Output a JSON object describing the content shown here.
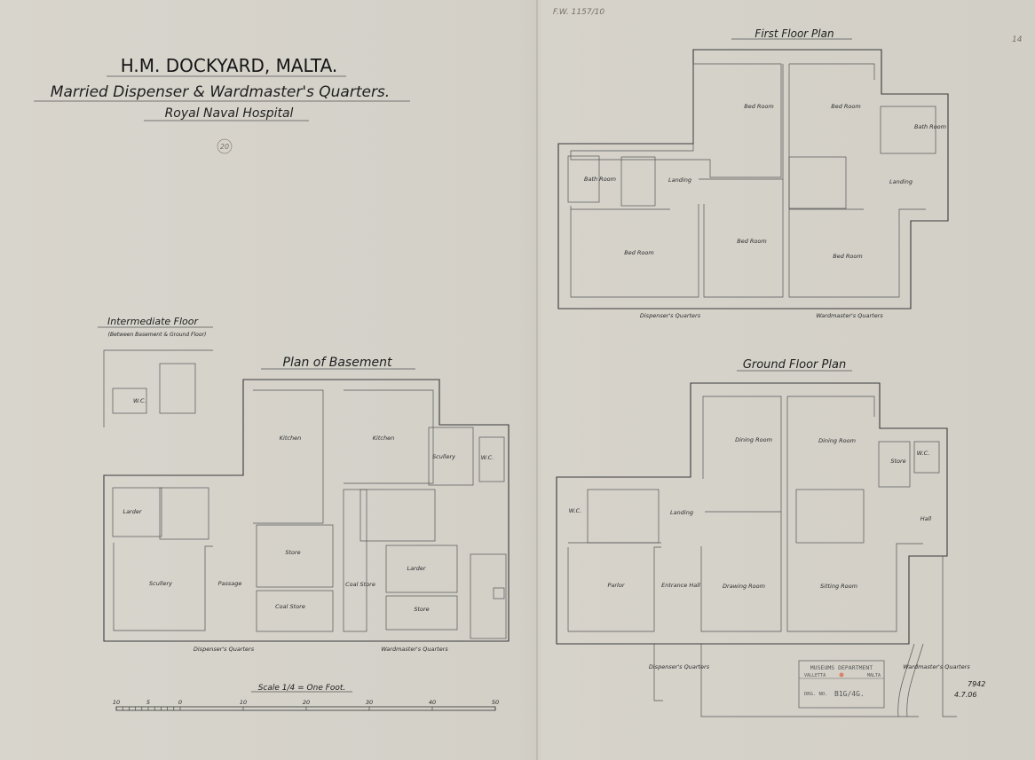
{
  "header": {
    "title": "H.M. DOCKYARD, MALTA.",
    "subtitle": "Married Dispenser & Wardmaster's Quarters.",
    "institution": "Royal Naval Hospital"
  },
  "annotations": {
    "sheet_number": "20",
    "reference": "F.W. 1157/10",
    "page_number": "14",
    "archive_number": "7942",
    "archive_date": "4.7.06"
  },
  "first_floor": {
    "title": "First Floor Plan",
    "rooms": [
      "Bed Room",
      "Bed Room",
      "Bath Room",
      "Bath Room",
      "Landing",
      "Landing",
      "Bed Room",
      "Bed Room",
      "Bed Room"
    ],
    "quarters": [
      "Dispenser's Quarters",
      "Wardmaster's Quarters"
    ]
  },
  "ground_floor": {
    "title": "Ground Floor Plan",
    "rooms": [
      "Dining Room",
      "Dining Room",
      "Store",
      "W.C.",
      "W.C.",
      "Landing",
      "Hall",
      "Parlor",
      "Entrance Hall",
      "Drawing Room",
      "Sitting Room"
    ],
    "quarters": [
      "Dispenser's Quarters",
      "Wardmaster's Quarters"
    ]
  },
  "intermediate_floor": {
    "title": "Intermediate Floor",
    "subtitle": "(Between Basement & Ground Floor)",
    "rooms": [
      "W.C."
    ]
  },
  "basement": {
    "title": "Plan of Basement",
    "rooms": [
      "Kitchen",
      "Kitchen",
      "Scullery",
      "W.C.",
      "Larder",
      "Store",
      "Scullery",
      "Passage",
      "Coal Store",
      "Larder",
      "Coal Store",
      "Store"
    ],
    "quarters": [
      "Dispenser's Quarters",
      "Wardmaster's Quarters"
    ]
  },
  "scale": {
    "title": "Scale 1/4 = One Foot.",
    "ticks": [
      "10",
      "5",
      "0",
      "10",
      "20",
      "30",
      "40",
      "50"
    ]
  },
  "stamp": {
    "department": "MUSEUMS DEPARTMENT",
    "city": "VALLETTA",
    "country": "MALTA",
    "drawing_label": "DRG. NO.",
    "drawing_number": "B1G/4G."
  }
}
